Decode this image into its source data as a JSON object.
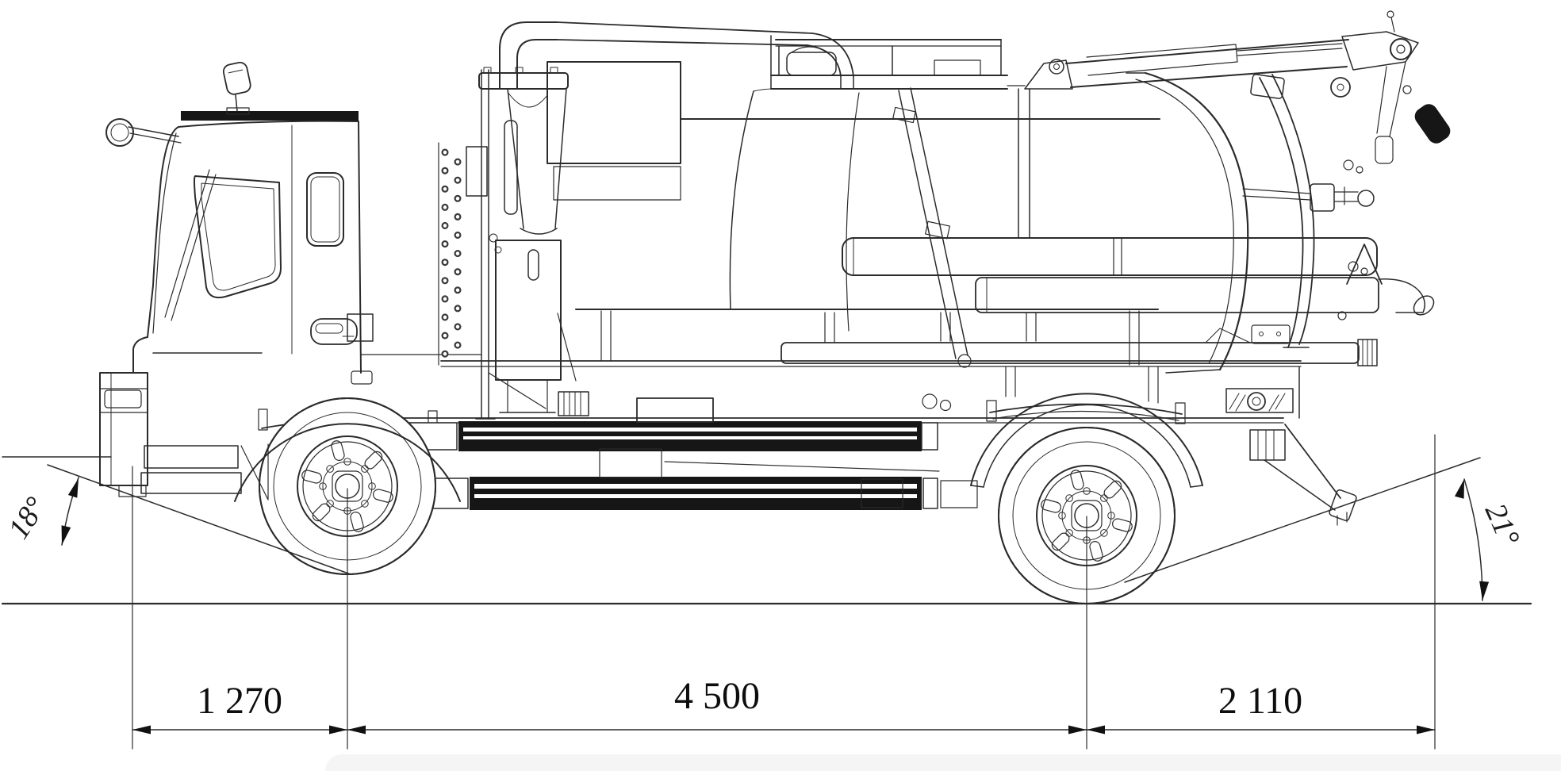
{
  "diagram": {
    "kind": "technical-blueprint",
    "subject": "vacuum-tanker-truck-side-elevation",
    "background_color": "#ffffff",
    "line_color": "#2b2b2b",
    "dimensions": {
      "front_overhang": "1 270",
      "wheelbase": "4 500",
      "rear_overhang": "2 110"
    },
    "angles": {
      "approach": "18°",
      "departure": "21°"
    }
  }
}
